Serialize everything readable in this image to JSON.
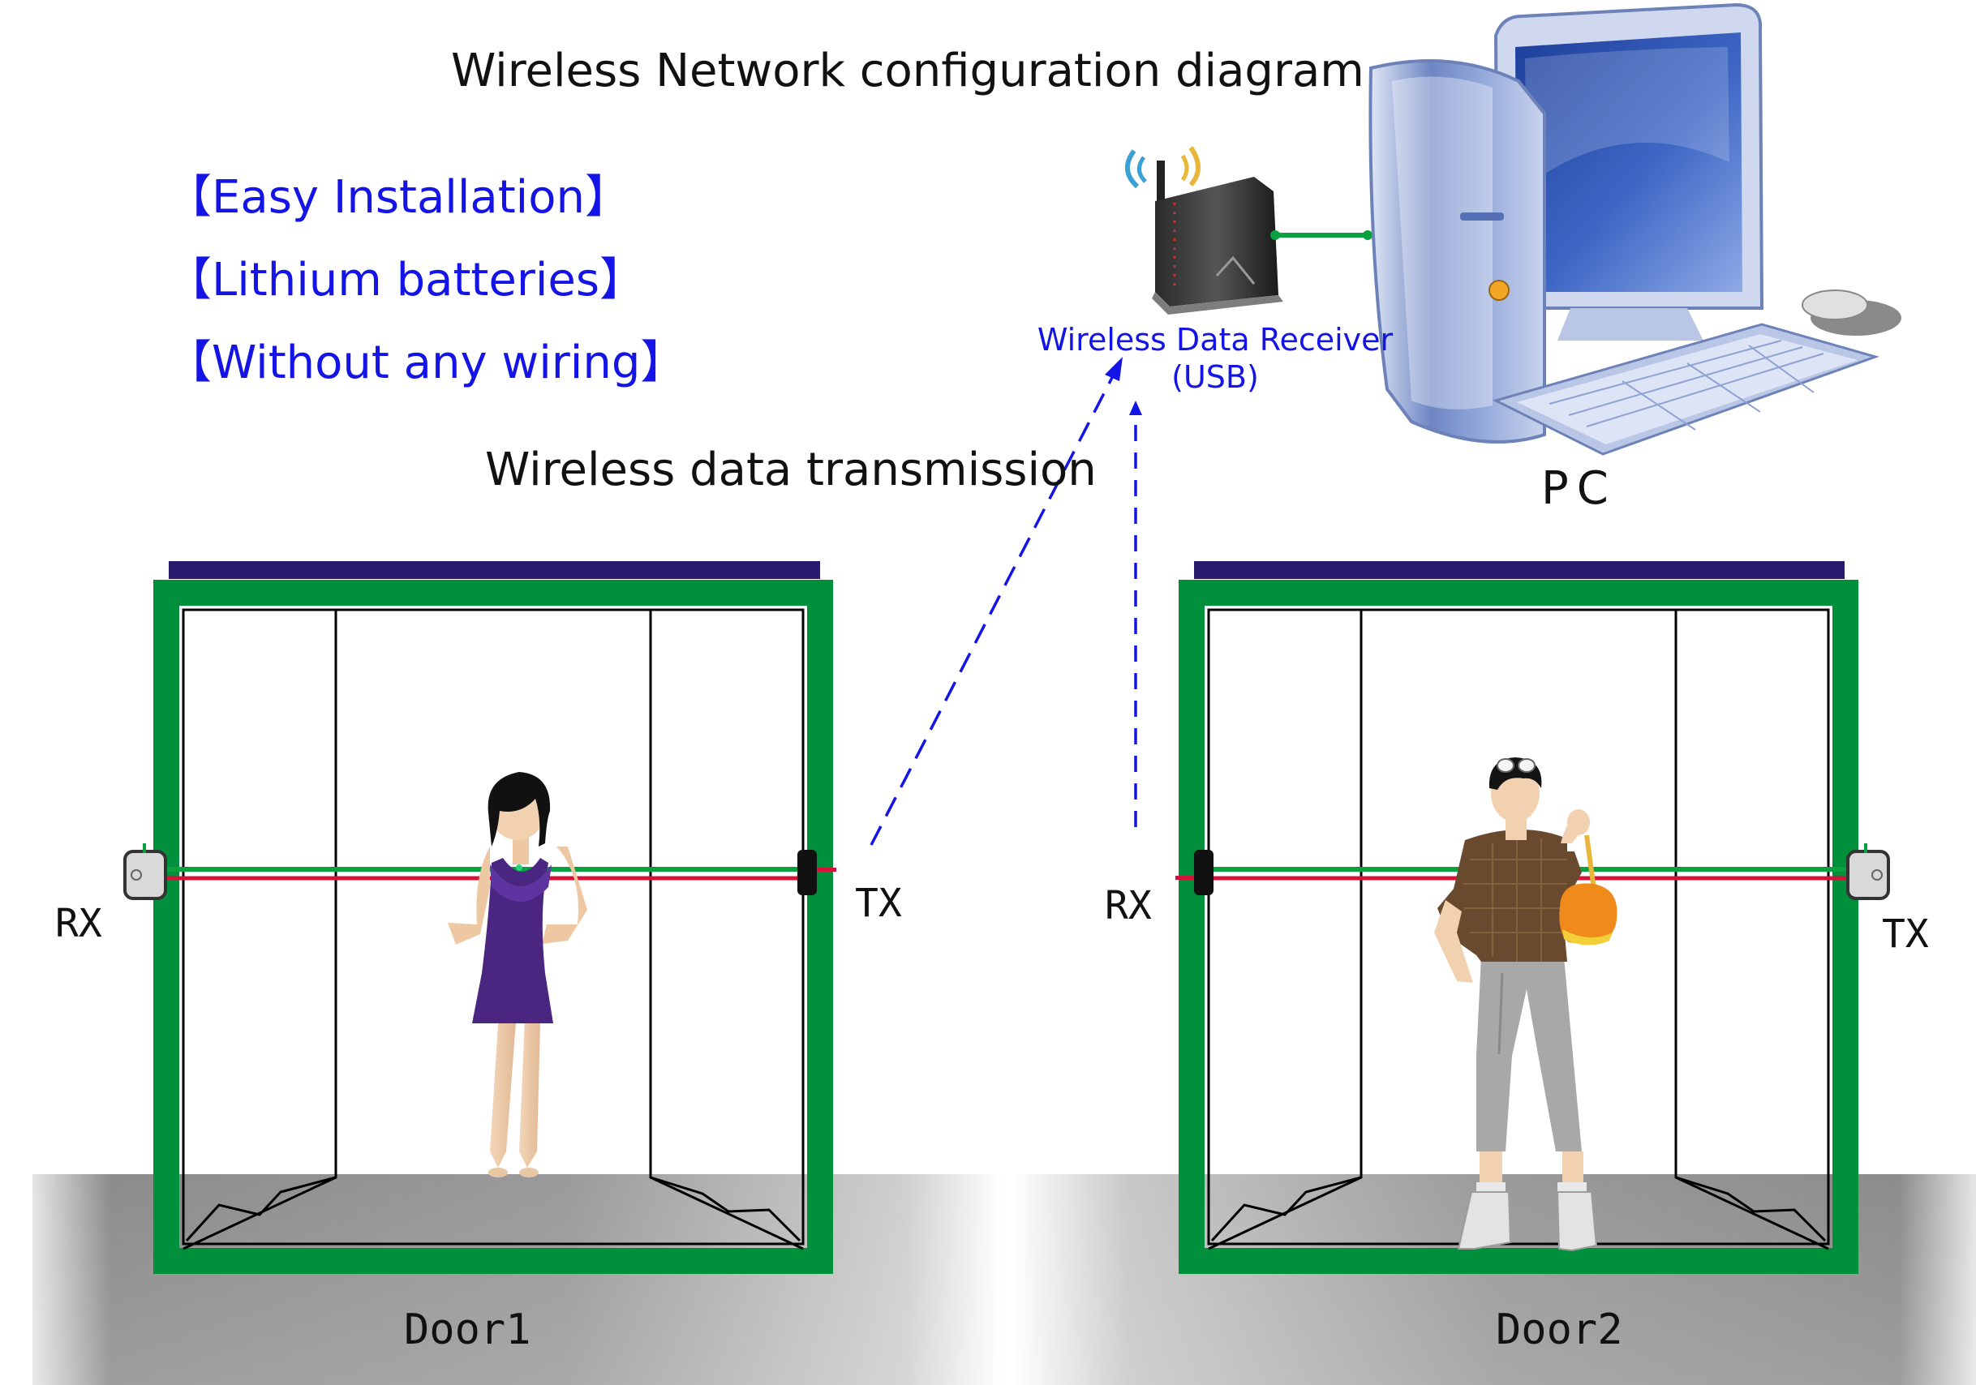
{
  "title": "Wireless Network configuration diagram",
  "features": [
    "【Easy Installation】",
    "【Lithium batteries】",
    "【Without any wiring】"
  ],
  "receiver": {
    "name": "Wireless Data Receiver",
    "interface": "(USB)"
  },
  "transmission_label": "Wireless data transmission",
  "pc_label": "PC",
  "doors": [
    {
      "label": "Door1",
      "rx_label": "RX",
      "tx_label": "TX"
    },
    {
      "label": "Door2",
      "rx_label": "RX",
      "tx_label": "TX"
    }
  ],
  "colors": {
    "door_frame": "#008f3a",
    "header_bar": "#2a1a6e",
    "accent_blue": "#1414e6",
    "infrared_beam_red": "#d4123a",
    "infrared_beam_green": "#0aa040",
    "floor_gray": "#8e8e8e",
    "dress_purple": "#4b2680",
    "bag_orange": "#f08a1a"
  }
}
